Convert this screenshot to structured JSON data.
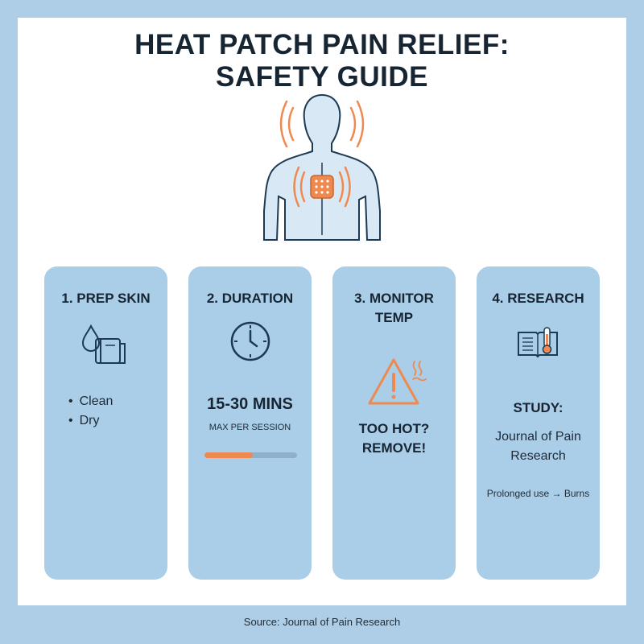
{
  "title": {
    "line1": "HEAT PATCH PAIN RELIEF:",
    "line2": "SAFETY GUIDE"
  },
  "colors": {
    "background": "#aecde6",
    "card": "#aacde8",
    "accent_orange": "#ee8a4f",
    "text": "#172533"
  },
  "hero": {
    "icon": "torso-with-heat-patch-icon"
  },
  "cards": [
    {
      "title": "1. PREP SKIN",
      "icon": "water-drop-towel-icon",
      "bullets": [
        "Clean",
        "Dry"
      ]
    },
    {
      "title": "2. DURATION",
      "icon": "clock-icon",
      "value": "15-30 MINS",
      "subtext": "MAX PER SESSION",
      "progress": 0.52
    },
    {
      "title_line1": "3. MONITOR",
      "title_line2": "TEMP",
      "icon": "warning-heat-icon",
      "warning_line1": "TOO HOT?",
      "warning_line2": "REMOVE!"
    },
    {
      "title": "4. RESEARCH",
      "icon": "book-thermometer-icon",
      "label": "STUDY:",
      "study_line1": "Journal of Pain",
      "study_line2": "Research",
      "note": "Prolonged use → Burns"
    }
  ],
  "source": "Source: Journal of Pain Research"
}
